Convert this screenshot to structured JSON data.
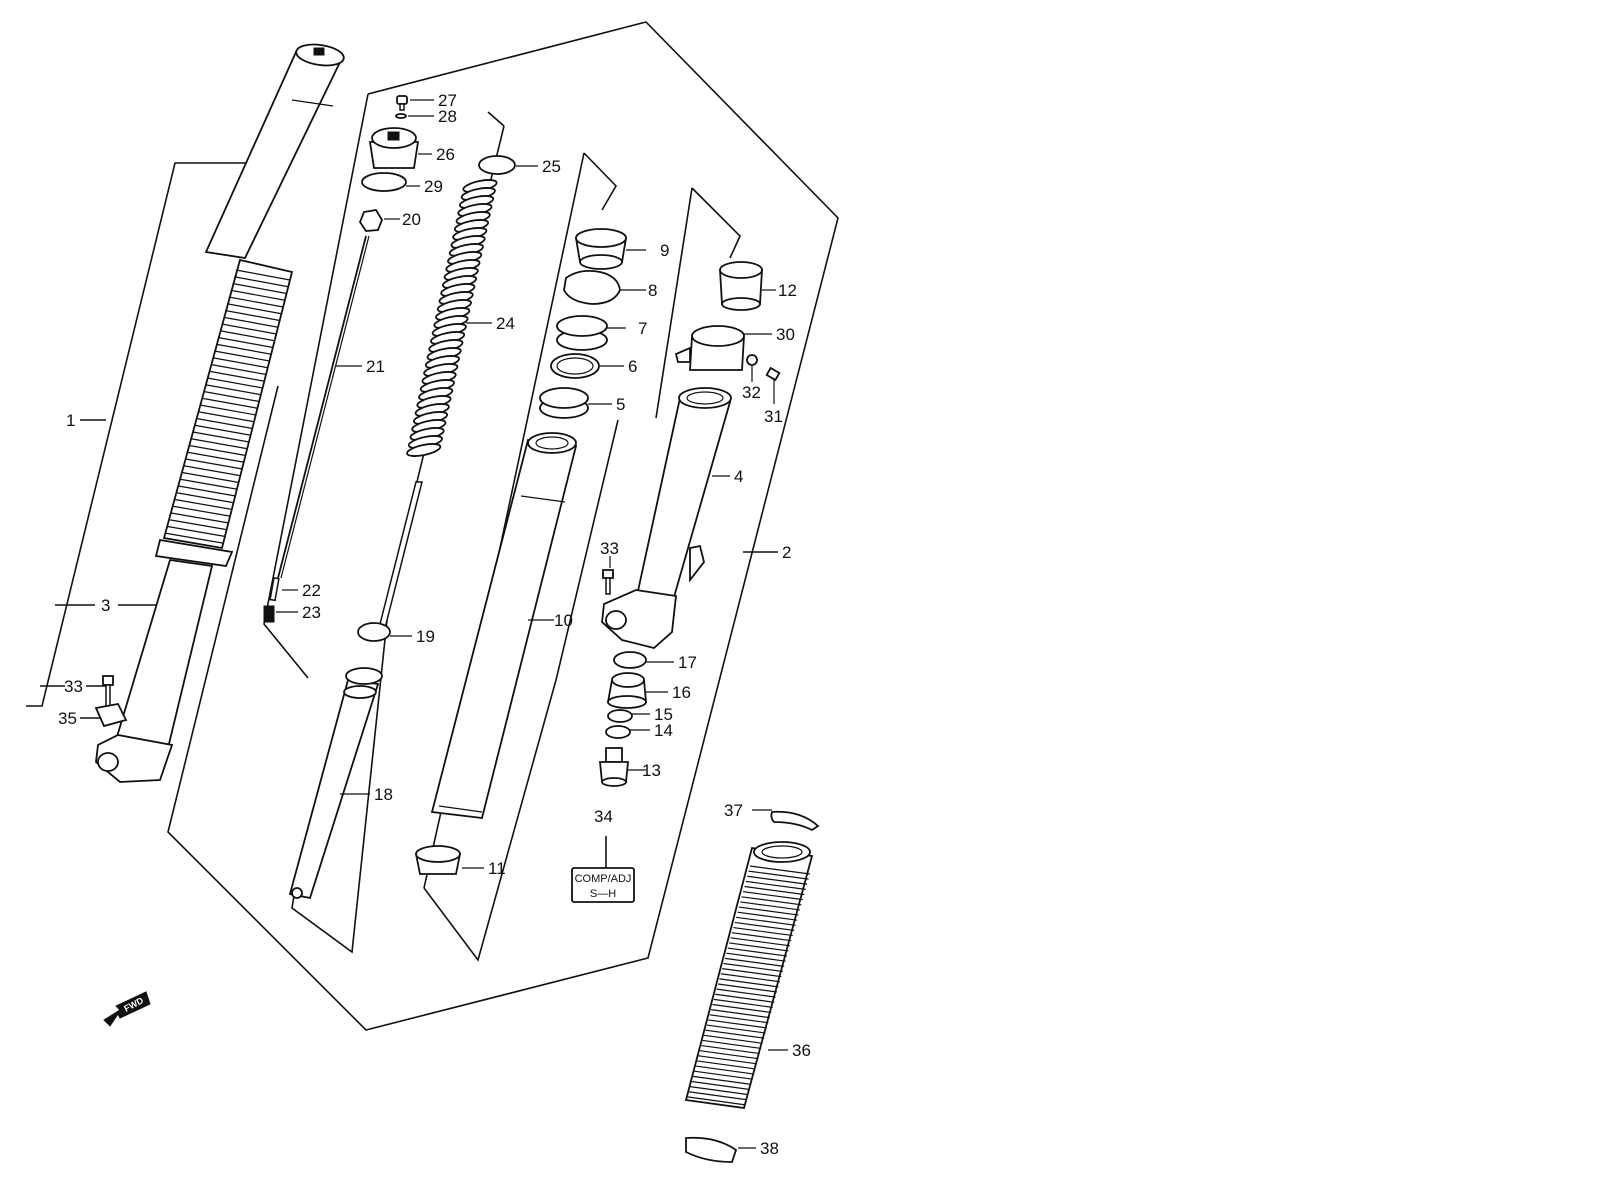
{
  "diagram": {
    "parts": [
      {
        "id": "1",
        "name": "front-fork-assembly-left"
      },
      {
        "id": "2",
        "name": "front-fork-assembly-right"
      },
      {
        "id": "3",
        "name": "outer-tube"
      },
      {
        "id": "4",
        "name": "outer-tube-right"
      },
      {
        "id": "5",
        "name": "bushing"
      },
      {
        "id": "6",
        "name": "seal-washer"
      },
      {
        "id": "7",
        "name": "oil-seal"
      },
      {
        "id": "8",
        "name": "stopper-ring"
      },
      {
        "id": "9",
        "name": "dust-seal"
      },
      {
        "id": "10",
        "name": "inner-tube"
      },
      {
        "id": "11",
        "name": "slide-bushing"
      },
      {
        "id": "12",
        "name": "collar"
      },
      {
        "id": "13",
        "name": "adjuster"
      },
      {
        "id": "14",
        "name": "o-ring-14"
      },
      {
        "id": "15",
        "name": "o-ring-15"
      },
      {
        "id": "16",
        "name": "bottom-piece"
      },
      {
        "id": "17",
        "name": "gasket"
      },
      {
        "id": "18",
        "name": "cylinder"
      },
      {
        "id": "19",
        "name": "ring"
      },
      {
        "id": "20",
        "name": "nut"
      },
      {
        "id": "21",
        "name": "rod"
      },
      {
        "id": "22",
        "name": "pin"
      },
      {
        "id": "23",
        "name": "spring-small"
      },
      {
        "id": "24",
        "name": "fork-spring"
      },
      {
        "id": "25",
        "name": "spring-seat"
      },
      {
        "id": "26",
        "name": "cap-bolt"
      },
      {
        "id": "27",
        "name": "screw"
      },
      {
        "id": "28",
        "name": "o-ring-28"
      },
      {
        "id": "29",
        "name": "o-ring-29"
      },
      {
        "id": "30",
        "name": "guard-clamp"
      },
      {
        "id": "31",
        "name": "bolt-31"
      },
      {
        "id": "32",
        "name": "washer-32"
      },
      {
        "id": "33",
        "name": "bolt-33"
      },
      {
        "id": "34",
        "name": "label"
      },
      {
        "id": "35",
        "name": "plate"
      },
      {
        "id": "36",
        "name": "fork-boot"
      },
      {
        "id": "37",
        "name": "band-upper"
      },
      {
        "id": "38",
        "name": "band-lower"
      }
    ],
    "label_plate": {
      "line1": "COMP/ADJ",
      "line2": "S—H"
    },
    "direction_arrow": "FWD"
  },
  "colors": {
    "line": "#111111",
    "background": "#ffffff"
  }
}
